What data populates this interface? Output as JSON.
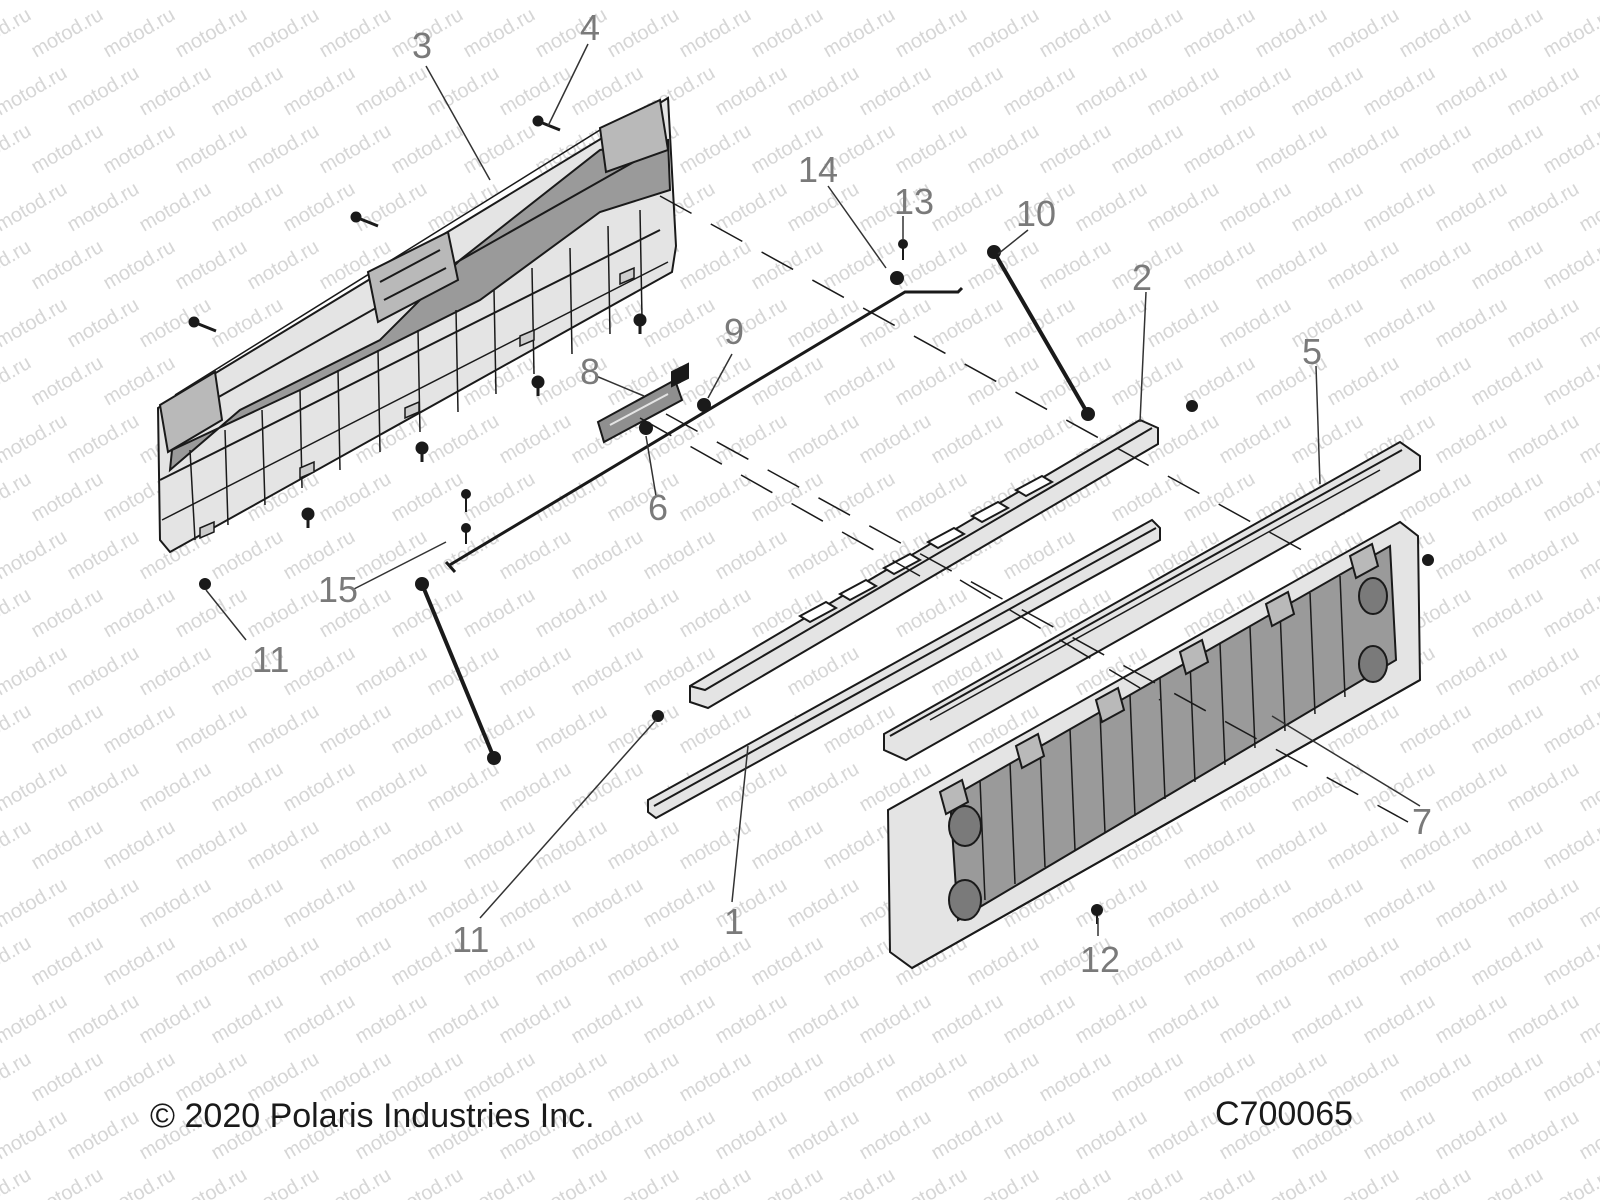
{
  "watermark": {
    "text": "motod.ru",
    "color": "#d6d6d6"
  },
  "callouts": {
    "c1": "1",
    "c2": "2",
    "c3": "3",
    "c4": "4",
    "c5": "5",
    "c6": "6",
    "c7": "7",
    "c8": "8",
    "c9": "9",
    "c10": "10",
    "c11a": "11",
    "c11b": "11",
    "c12": "12",
    "c13": "13",
    "c14": "14",
    "c15": "15"
  },
  "footer": {
    "copyright": "© 2020 Polaris Industries Inc.",
    "drawing_id": "C700065"
  },
  "colors": {
    "line": "#1a1a1a",
    "fill_dark": "#8f8f8f",
    "fill_mid": "#b9b9b9",
    "fill_light": "#e4e4e4"
  }
}
